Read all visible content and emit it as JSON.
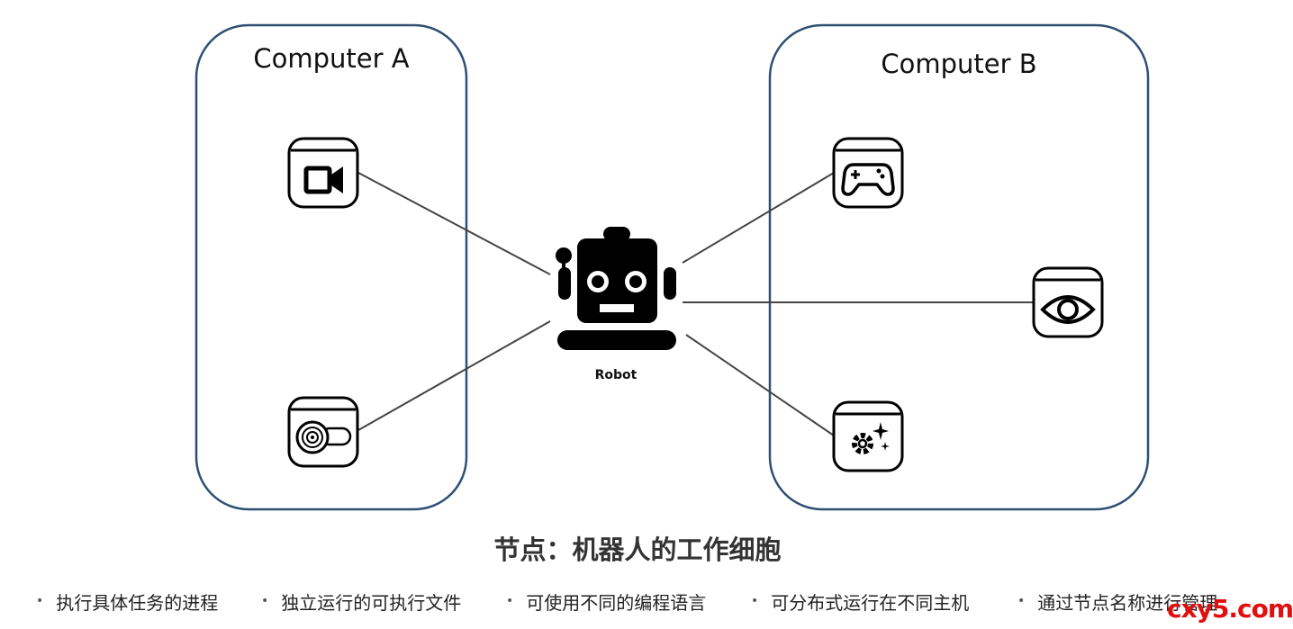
{
  "computer_a": {
    "label": "Computer A"
  },
  "computer_b": {
    "label": "Computer B"
  },
  "robot": {
    "label": "Robot"
  },
  "icons": {
    "a_top": "video-camera-icon",
    "a_bottom": "wheel-motor-icon",
    "b_top": "gamepad-icon",
    "b_middle": "eye-icon",
    "b_bottom": "gear-sparkle-icon"
  },
  "colors": {
    "box_border": "#2f4f73",
    "line": "#444444",
    "title": "#333333",
    "watermark": "#e01010"
  },
  "title": "节点：机器人的工作细胞",
  "bullets": [
    "执行具体任务的进程",
    "独立运行的可执行文件",
    "可使用不同的编程语言",
    "可分布式运行在不同主机",
    "通过节点名称进行管理"
  ],
  "watermark": "cxy5.com"
}
